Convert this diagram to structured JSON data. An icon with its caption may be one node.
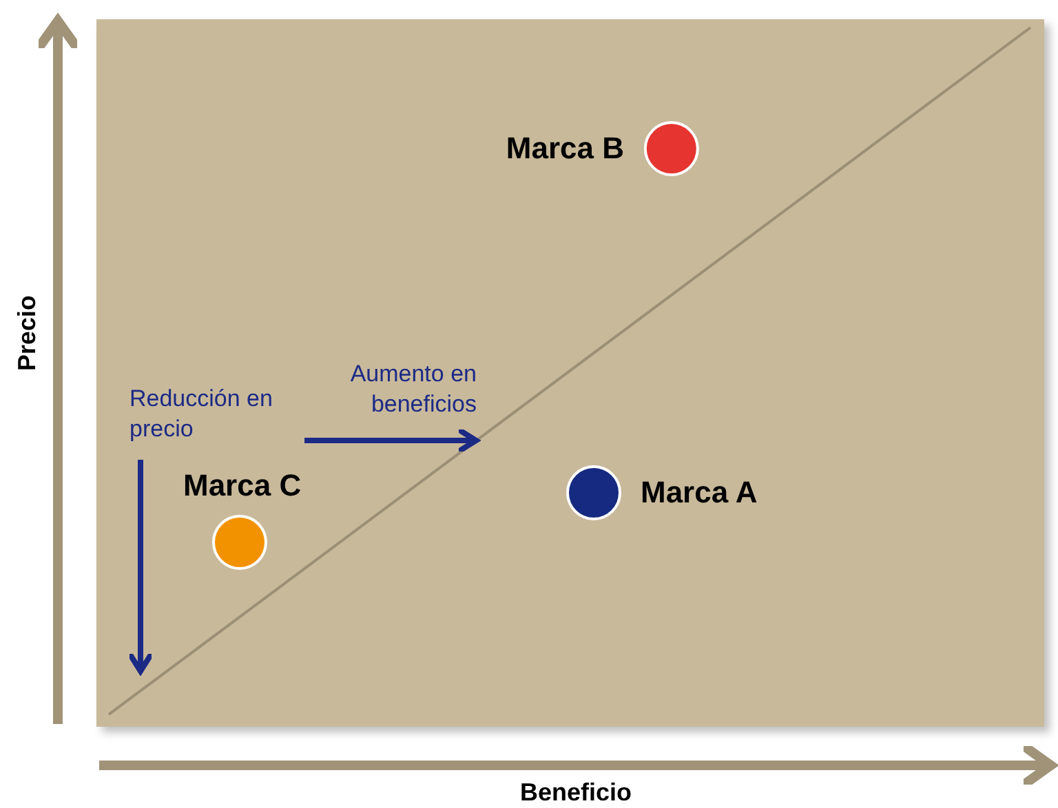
{
  "diagram": {
    "nodes": [
      {
        "text": [
          "Marca B"
        ]
      },
      {
        "text": [
          "Marca A"
        ]
      },
      {
        "text": [
          "Marca C"
        ]
      }
    ],
    "labels": [
      "Reducción en precio",
      "Aumento en beneficios",
      "Precio",
      "Beneficio"
    ]
  }
}
